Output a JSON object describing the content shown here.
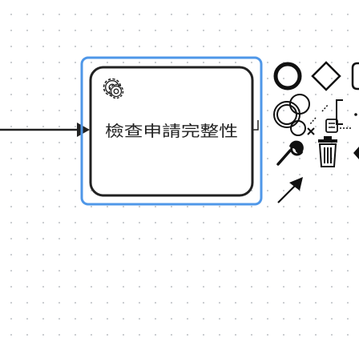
{
  "diagram": {
    "selected_task": {
      "type": "service-task",
      "label": "檢查申請完整性",
      "icon": "gear-icon"
    },
    "context_pad": {
      "items": [
        {
          "name": "append-end-event",
          "icon": "thick-circle-icon"
        },
        {
          "name": "append-gateway",
          "icon": "diamond-icon"
        },
        {
          "name": "append-task",
          "icon": "rounded-rect-icon"
        },
        {
          "name": "append-intermediate-event",
          "icon": "double-circle-icon"
        },
        {
          "name": "append-text-annotation",
          "icon": "bracket-icon"
        },
        {
          "name": "more-elements",
          "icon": "dotted-icon"
        },
        {
          "name": "change-type",
          "icon": "wrench-icon"
        },
        {
          "name": "delete",
          "icon": "trash-icon"
        },
        {
          "name": "connect",
          "icon": "arrow-connect-icon"
        },
        {
          "name": "append-data-object",
          "icon": "document-icon"
        },
        {
          "name": "append-data-store",
          "icon": "database-icon"
        }
      ]
    },
    "colors": {
      "selection": "#4f97e8",
      "stroke": "#222222",
      "grid_dot": "#c9ccd0"
    }
  }
}
